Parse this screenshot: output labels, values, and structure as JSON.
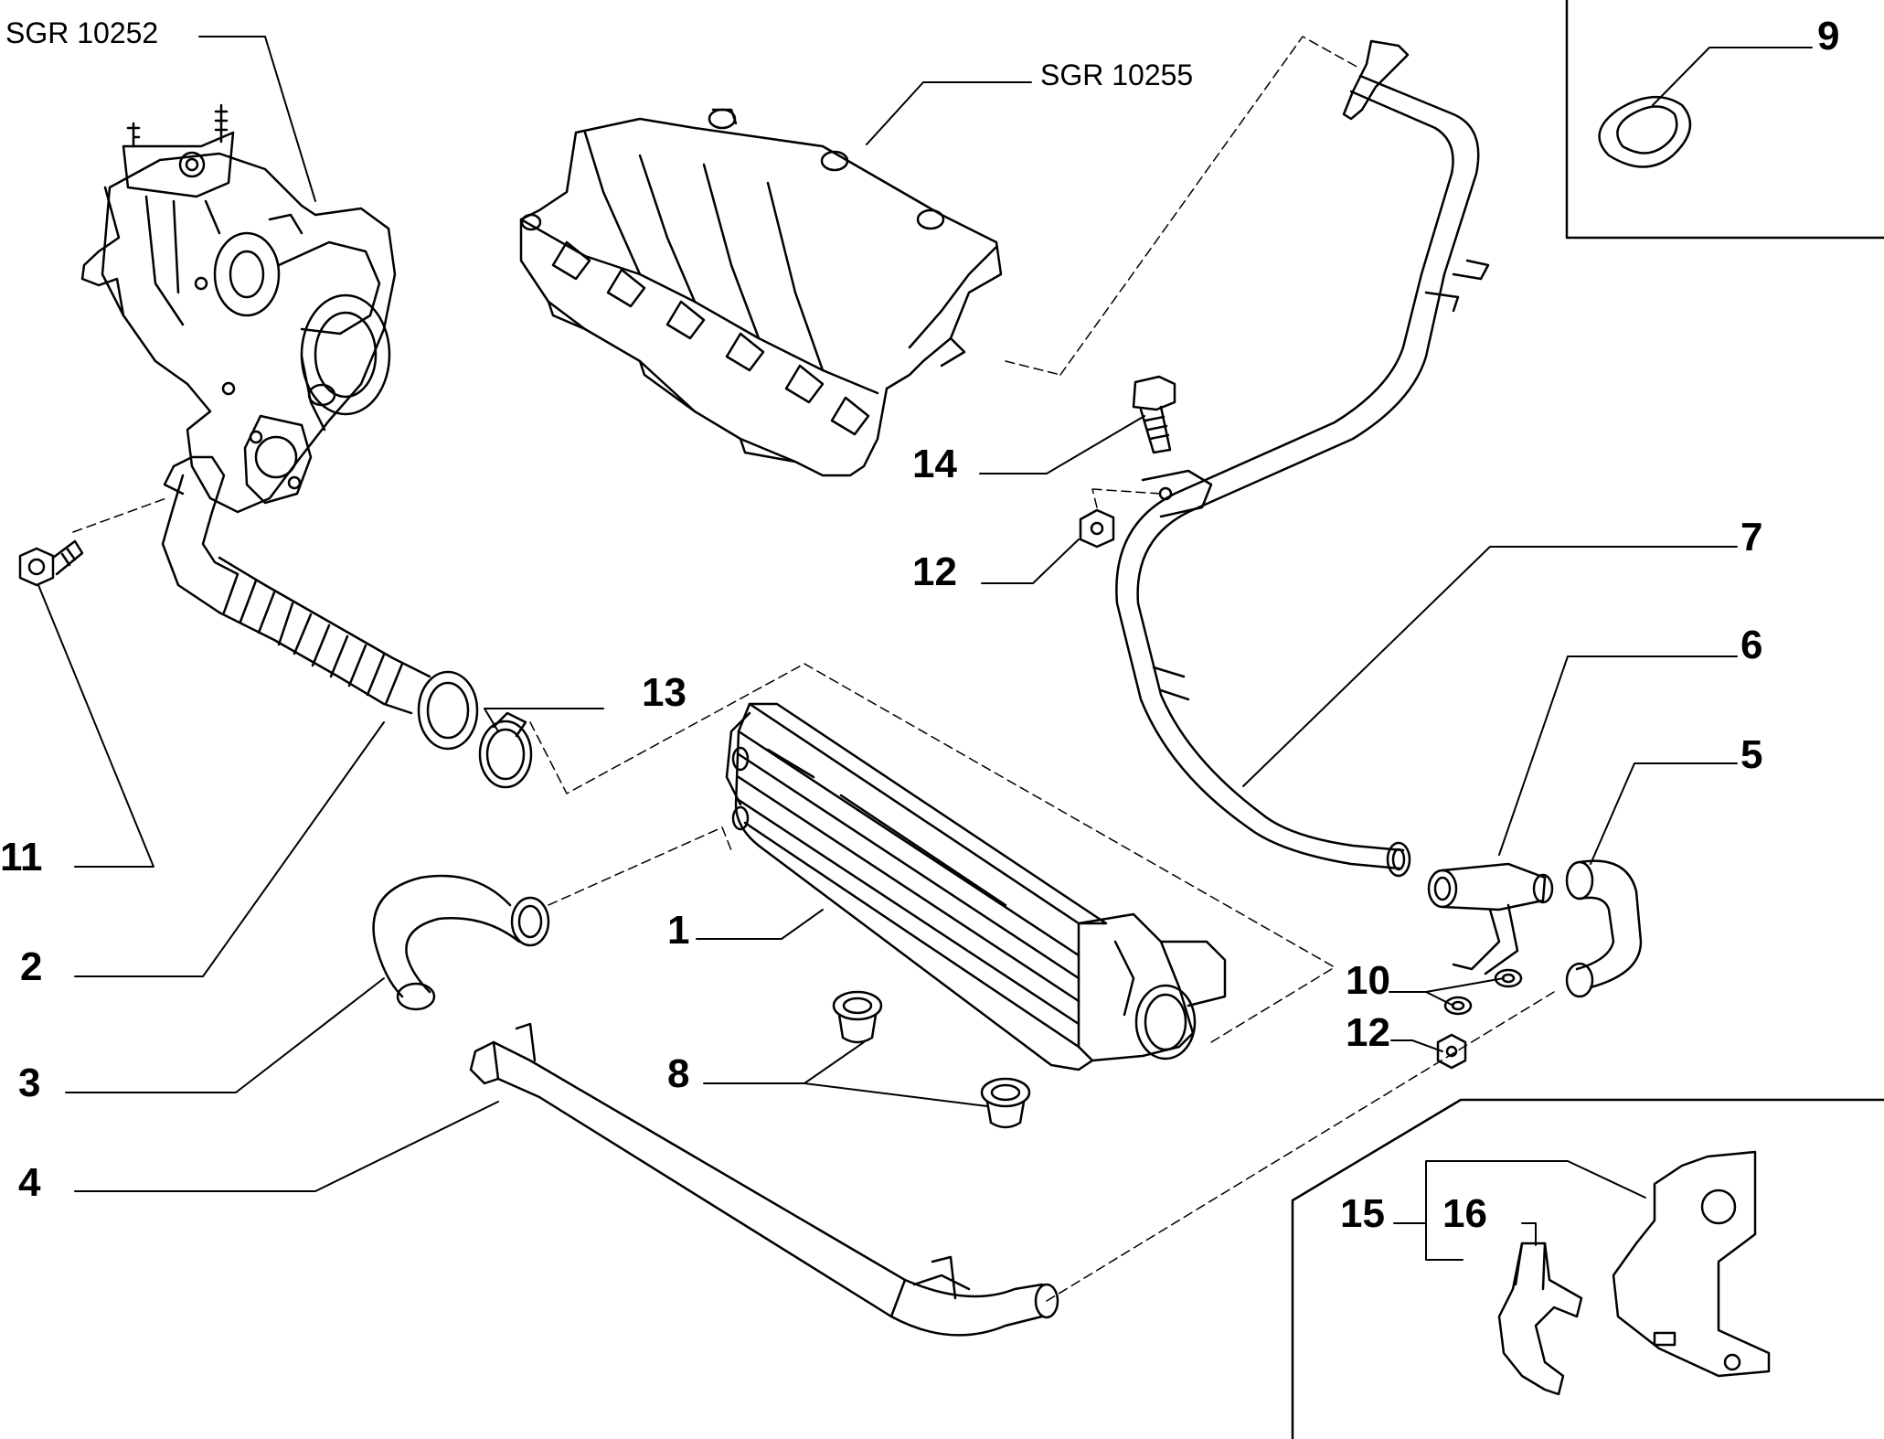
{
  "references": {
    "turbo": "SGR 10252",
    "manifold": "SGR 10255"
  },
  "callouts": {
    "c1": "1",
    "c2": "2",
    "c3": "3",
    "c4": "4",
    "c5": "5",
    "c6": "6",
    "c7": "7",
    "c8": "8",
    "c9": "9",
    "c10": "10",
    "c11": "11",
    "c12a": "12",
    "c12b": "12",
    "c13": "13",
    "c14": "14",
    "c15": "15",
    "c16": "16"
  },
  "colors": {
    "ink": "#000000",
    "paper": "#ffffff"
  }
}
